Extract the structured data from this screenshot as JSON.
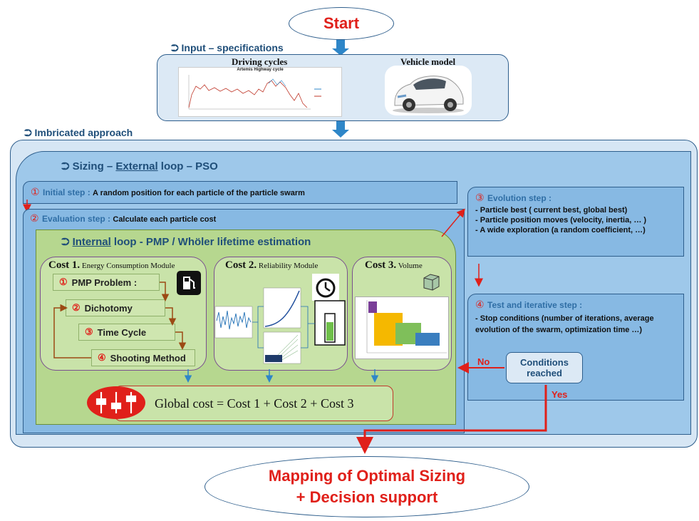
{
  "start": "Start",
  "input": {
    "title": "⮊ Input – specifications",
    "driving_cycles": "Driving cycles",
    "chart_title": "Artemis Highway cycle",
    "vehicle_model": "Vehicle model"
  },
  "imbricated": {
    "title": "⮊ Imbricated approach"
  },
  "external": {
    "title_prefix": "⮊ Sizing – ",
    "title_under": "External",
    "title_suffix": " loop – PSO"
  },
  "initial": {
    "num": "①",
    "title": "Initial step : ",
    "body": "A random position for each particle of the particle swarm"
  },
  "evaluation": {
    "num": "②",
    "title": "Evaluation step : ",
    "body": "Calculate each particle cost"
  },
  "internal": {
    "title_prefix": "⮊ ",
    "title_under": "Internal",
    "title_suffix": " loop -  PMP / Whöler lifetime estimation"
  },
  "cost1": {
    "title": "Cost 1.",
    "subtitle": " Energy Consumption Module"
  },
  "cost2": {
    "title": "Cost 2.",
    "subtitle": " Reliability Module"
  },
  "cost3": {
    "title": "Cost 3.",
    "subtitle": " Volume"
  },
  "steps": [
    {
      "num": "①",
      "label": "PMP Problem :"
    },
    {
      "num": "②",
      "label": "Dichotomy"
    },
    {
      "num": "③",
      "label": "Time Cycle"
    },
    {
      "num": "④",
      "label": "Shooting Method"
    }
  ],
  "global_cost": "Global cost = Cost 1 + Cost 2 + Cost 3",
  "evolution": {
    "num": "③",
    "title": "Evolution step :",
    "items": [
      "Particle best ( current best, global best)",
      "Particle position moves (velocity, inertia, … )",
      "A wide exploration (a random coefficient, …)"
    ]
  },
  "test": {
    "num": "④",
    "title": "Test and iterative step :",
    "items": [
      "Stop conditions (number of iterations, average evolution of the swarm, optimization time …)"
    ]
  },
  "conditions": "Conditions reached",
  "no": "No",
  "yes": "Yes",
  "end_line1": "Mapping of Optimal Sizing",
  "end_line2": "+ Decision support",
  "colors": {
    "red": "#e0201a",
    "blue_arrow": "#2e86c8",
    "title_blue": "#1f4e79"
  }
}
